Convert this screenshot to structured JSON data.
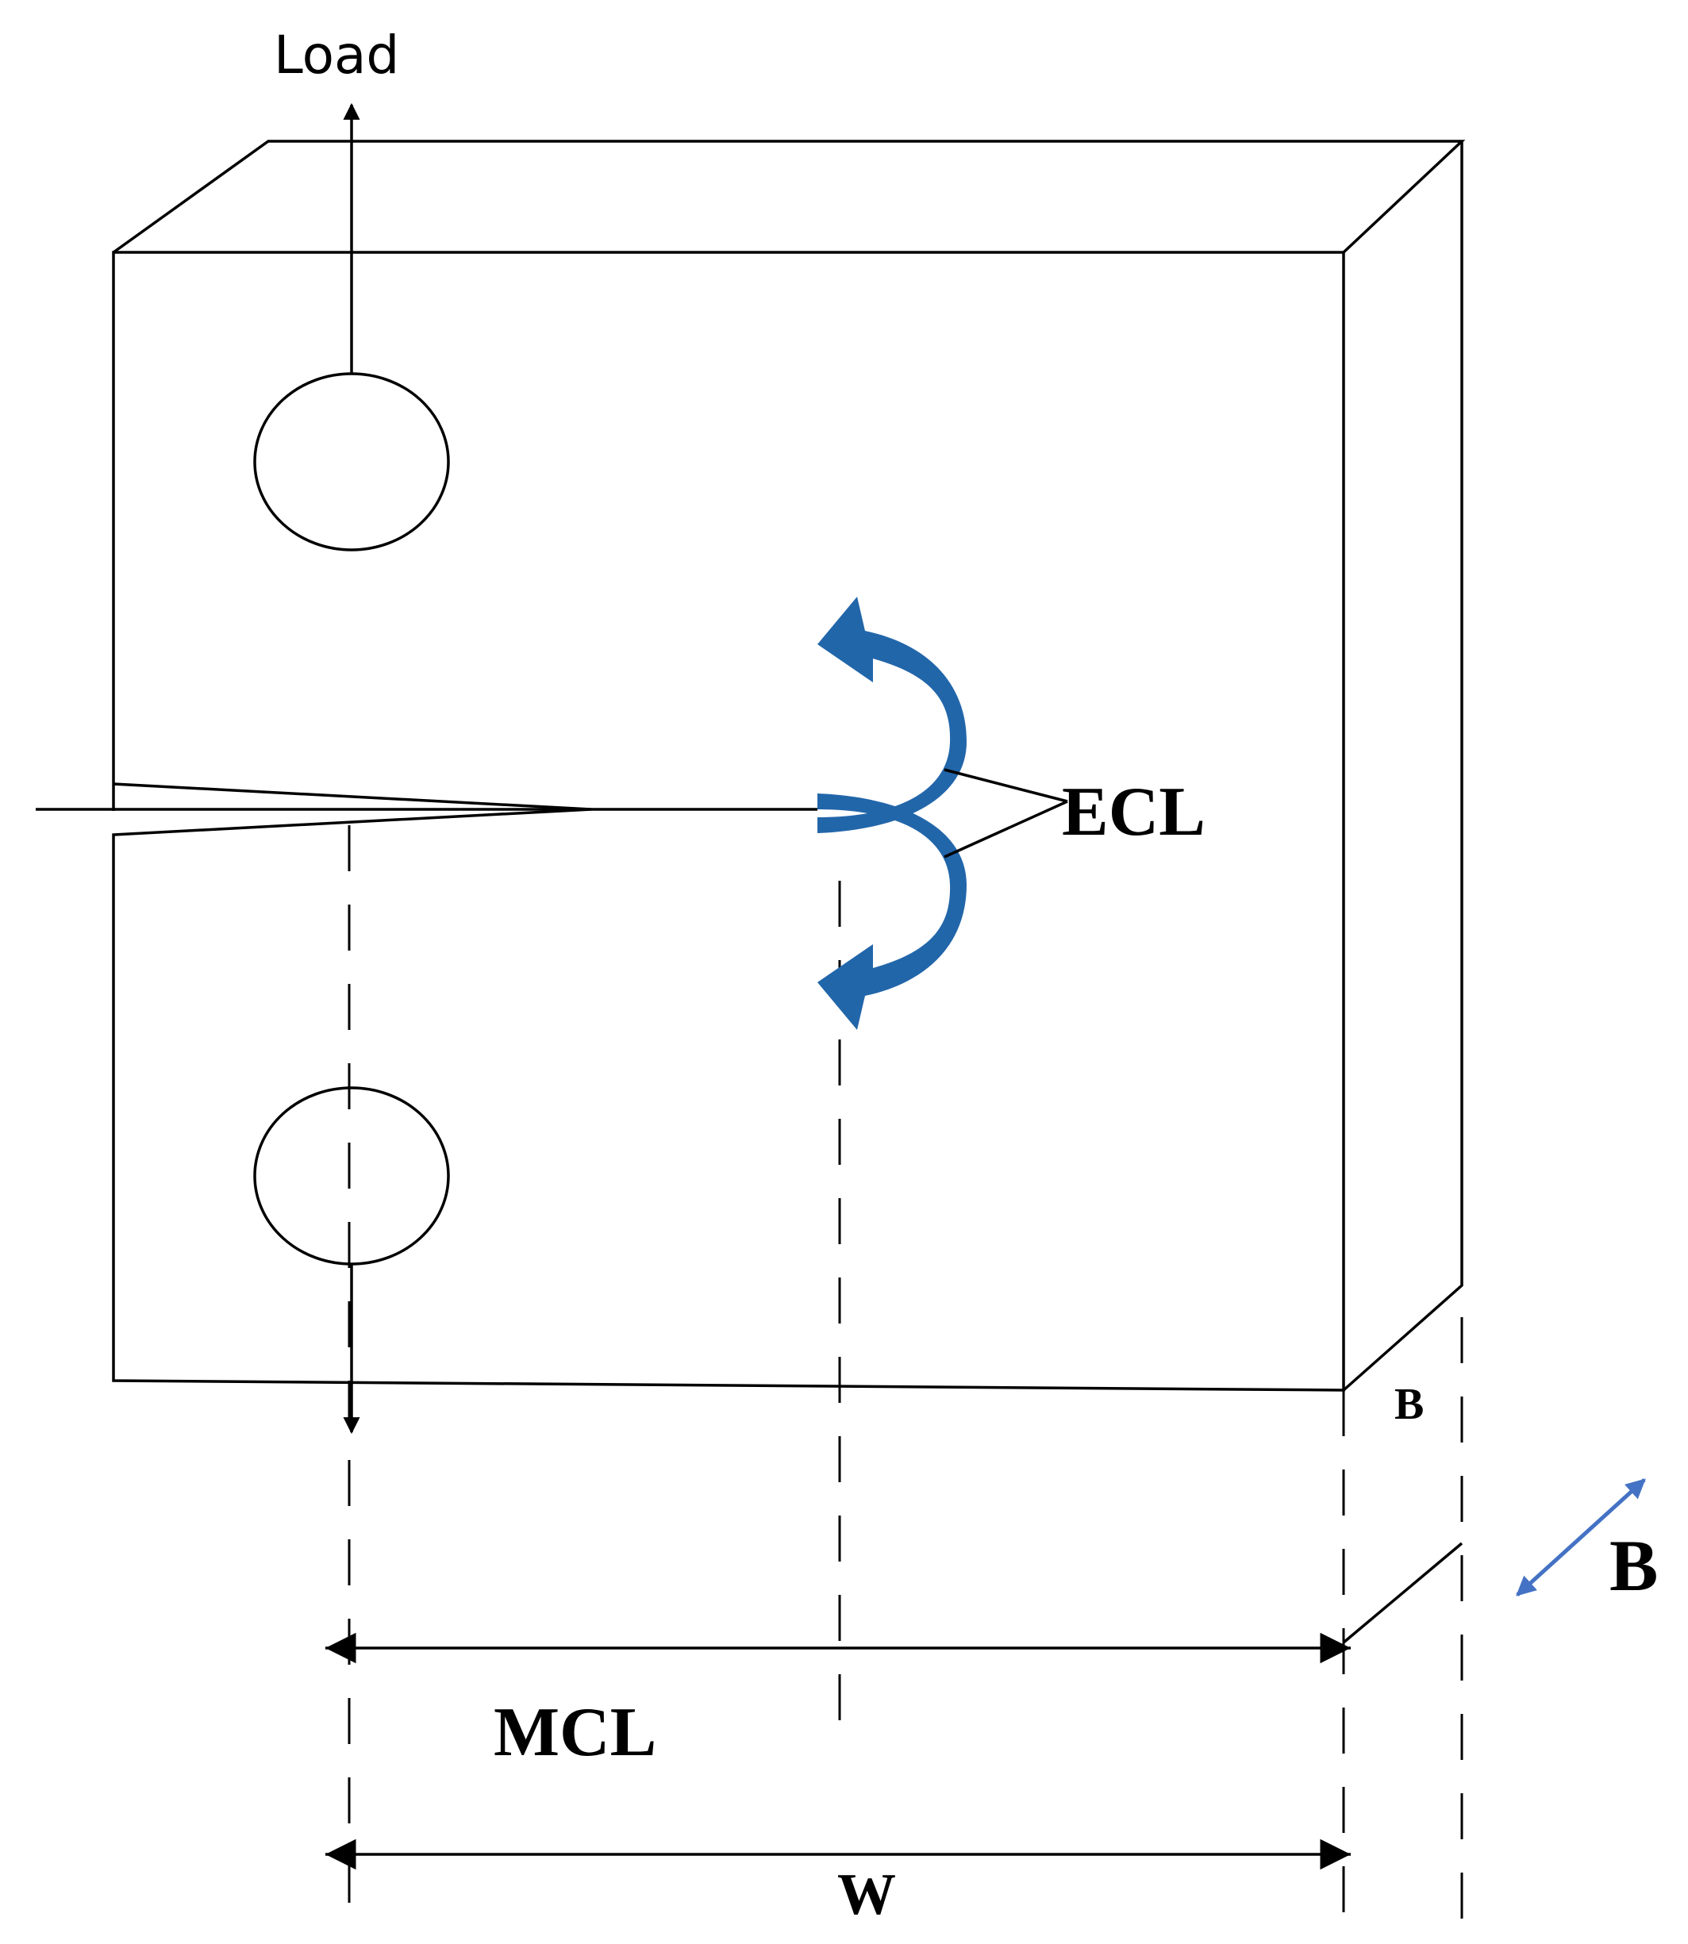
{
  "labels": {
    "load": "Load",
    "ecl": "ECL",
    "mcl": "MCL",
    "w": "W",
    "b_small": "B",
    "b_large": "B"
  },
  "colors": {
    "ecl_arrow": "#2266AA",
    "b_arrow": "#4472C4",
    "lines": "#000000"
  }
}
